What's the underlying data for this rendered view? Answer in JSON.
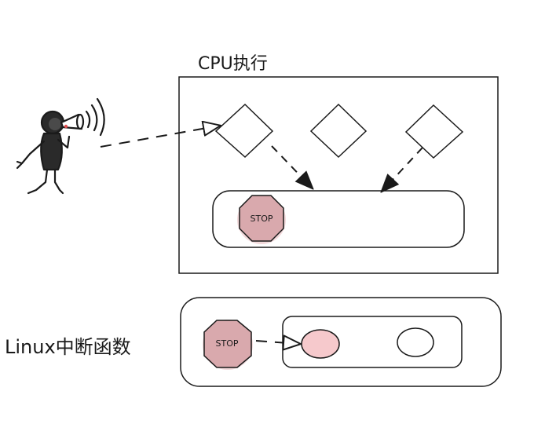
{
  "cpu_box": {
    "title": "CPU执行"
  },
  "interrupt_box": {
    "title": "Linux中断函数"
  },
  "stop_signs": [
    {
      "label": "STOP"
    },
    {
      "label": "STOP"
    }
  ],
  "colors": {
    "stroke": "#1a1a1a",
    "stop_fill": "#d9a9ad",
    "stop_glow": "#e7b9bd",
    "active_ellipse_fill": "#f6c9cc",
    "megaphone_accent": "#e05050",
    "background": "#ffffff"
  },
  "icons": {
    "announcer": "person-with-megaphone-icon",
    "stop": "stop-sign-icon"
  }
}
